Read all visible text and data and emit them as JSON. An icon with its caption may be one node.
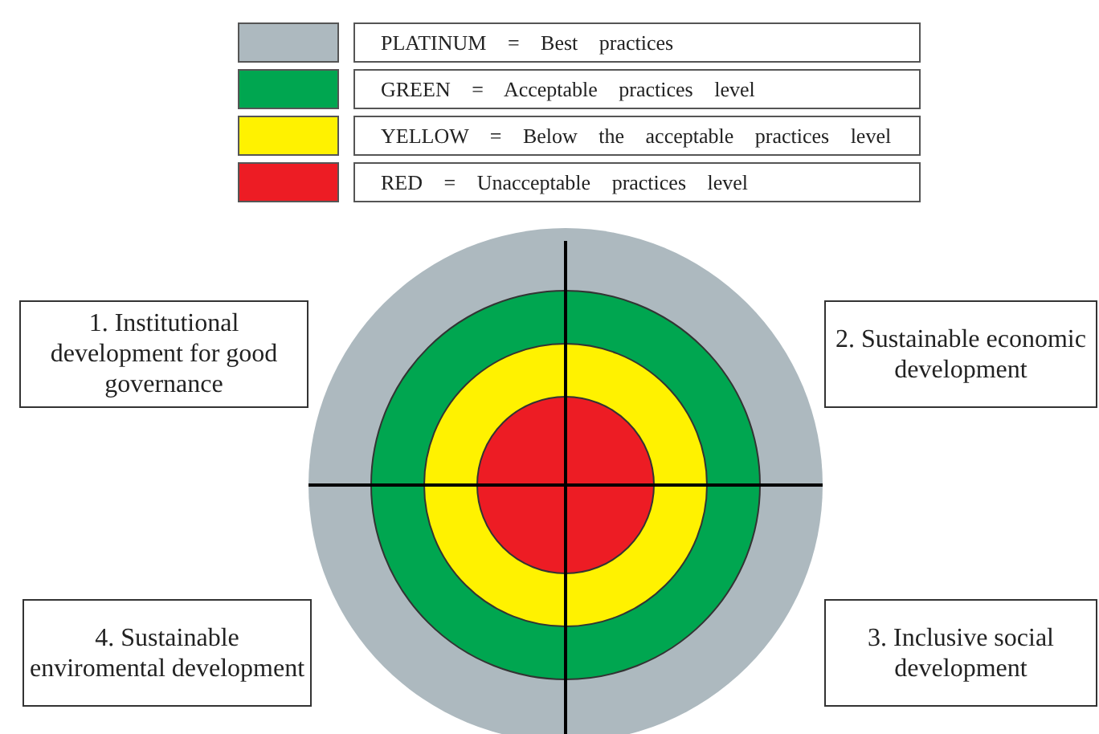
{
  "diagram": {
    "nodes": [
      {
        "text": [
          "1. Institutional development for good governance"
        ]
      },
      {
        "text": [
          "2. Sustainable economic development"
        ]
      },
      {
        "text": [
          "3. Inclusive social development"
        ]
      },
      {
        "text": [
          "4. Sustainable enviromental development"
        ]
      }
    ],
    "legend": [
      {
        "text": "PLATINUM = Best practices",
        "color": "#adb9bf"
      },
      {
        "text": "GREEN = Acceptable practices level",
        "color": "#00a650"
      },
      {
        "text": "YELLOW = Below the acceptable practices level",
        "color": "#fff200"
      },
      {
        "text": "RED = Unacceptable practices level",
        "color": "#ed1c24"
      }
    ]
  }
}
